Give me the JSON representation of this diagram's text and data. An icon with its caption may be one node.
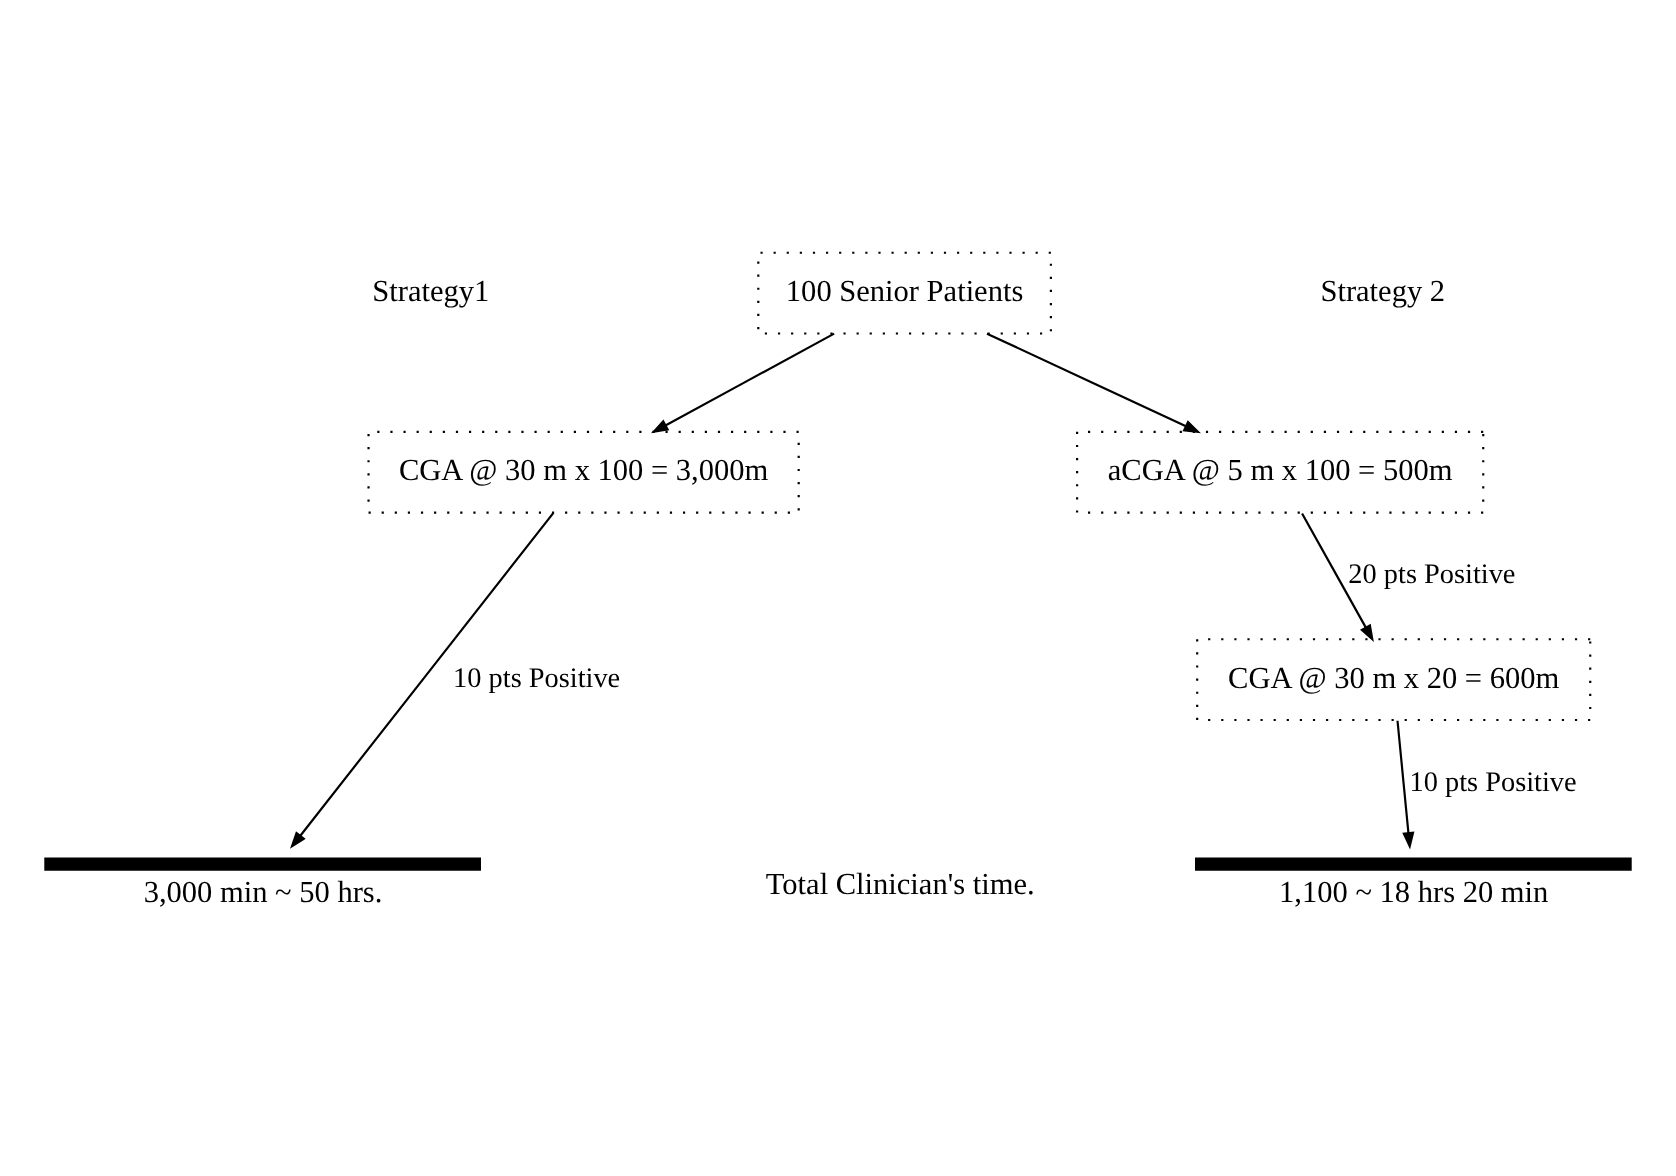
{
  "diagram": {
    "nodes": [
      {
        "text": [
          "100 Senior Patients"
        ]
      },
      {
        "text": [
          "CGA @ 30 m x 100 = 3,000m"
        ]
      },
      {
        "text": [
          "aCGA @ 5 m x 100 = 500m"
        ]
      },
      {
        "text": [
          "CGA @ 30 m x 20 = 600m"
        ]
      },
      {
        "text": [],
        "shape": "bar",
        "beside": [
          "3,000 min ~ 50 hrs."
        ]
      },
      {
        "text": [],
        "shape": "bar",
        "beside": [
          "1,100 ~ 18 hrs 20 min"
        ]
      }
    ],
    "edges": [
      {
        "from": 0,
        "to": 1,
        "arrow": "to"
      },
      {
        "from": 0,
        "to": 2,
        "arrow": "to"
      },
      {
        "from": 1,
        "to": 4,
        "label": "10 pts Positive",
        "arrow": "to"
      },
      {
        "from": 2,
        "to": 3,
        "label": "20 pts Positive",
        "arrow": "to"
      },
      {
        "from": 3,
        "to": 5,
        "label": "10 pts Positive",
        "arrow": "to"
      }
    ],
    "labels": [
      "Strategy1",
      "Strategy 2",
      "Total Clinician's time."
    ]
  }
}
